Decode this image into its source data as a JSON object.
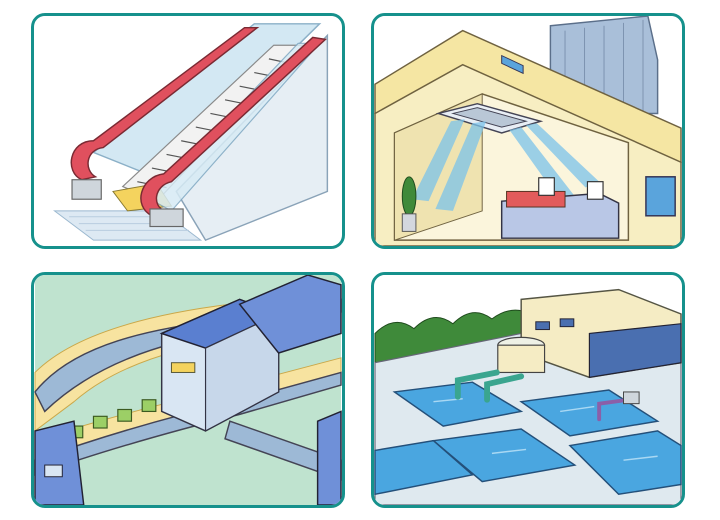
{
  "panels": [
    {
      "subject": "escalator",
      "icon": "escalator-icon"
    },
    {
      "subject": "building-air-conditioning",
      "icon": "ceiling-air-conditioner-icon"
    },
    {
      "subject": "factory-conveyor-line",
      "icon": "conveyor-belt-icon"
    },
    {
      "subject": "water-treatment-plant",
      "icon": "water-treatment-icon"
    }
  ],
  "colors": {
    "frame": "#16918c",
    "handrail": "#e0505e",
    "wall": "#f5e6a3",
    "water": "#4aa6e0",
    "conveyor": "#f0c25a",
    "machine": "#5a7fd0",
    "pipe": "#3aa58f"
  }
}
